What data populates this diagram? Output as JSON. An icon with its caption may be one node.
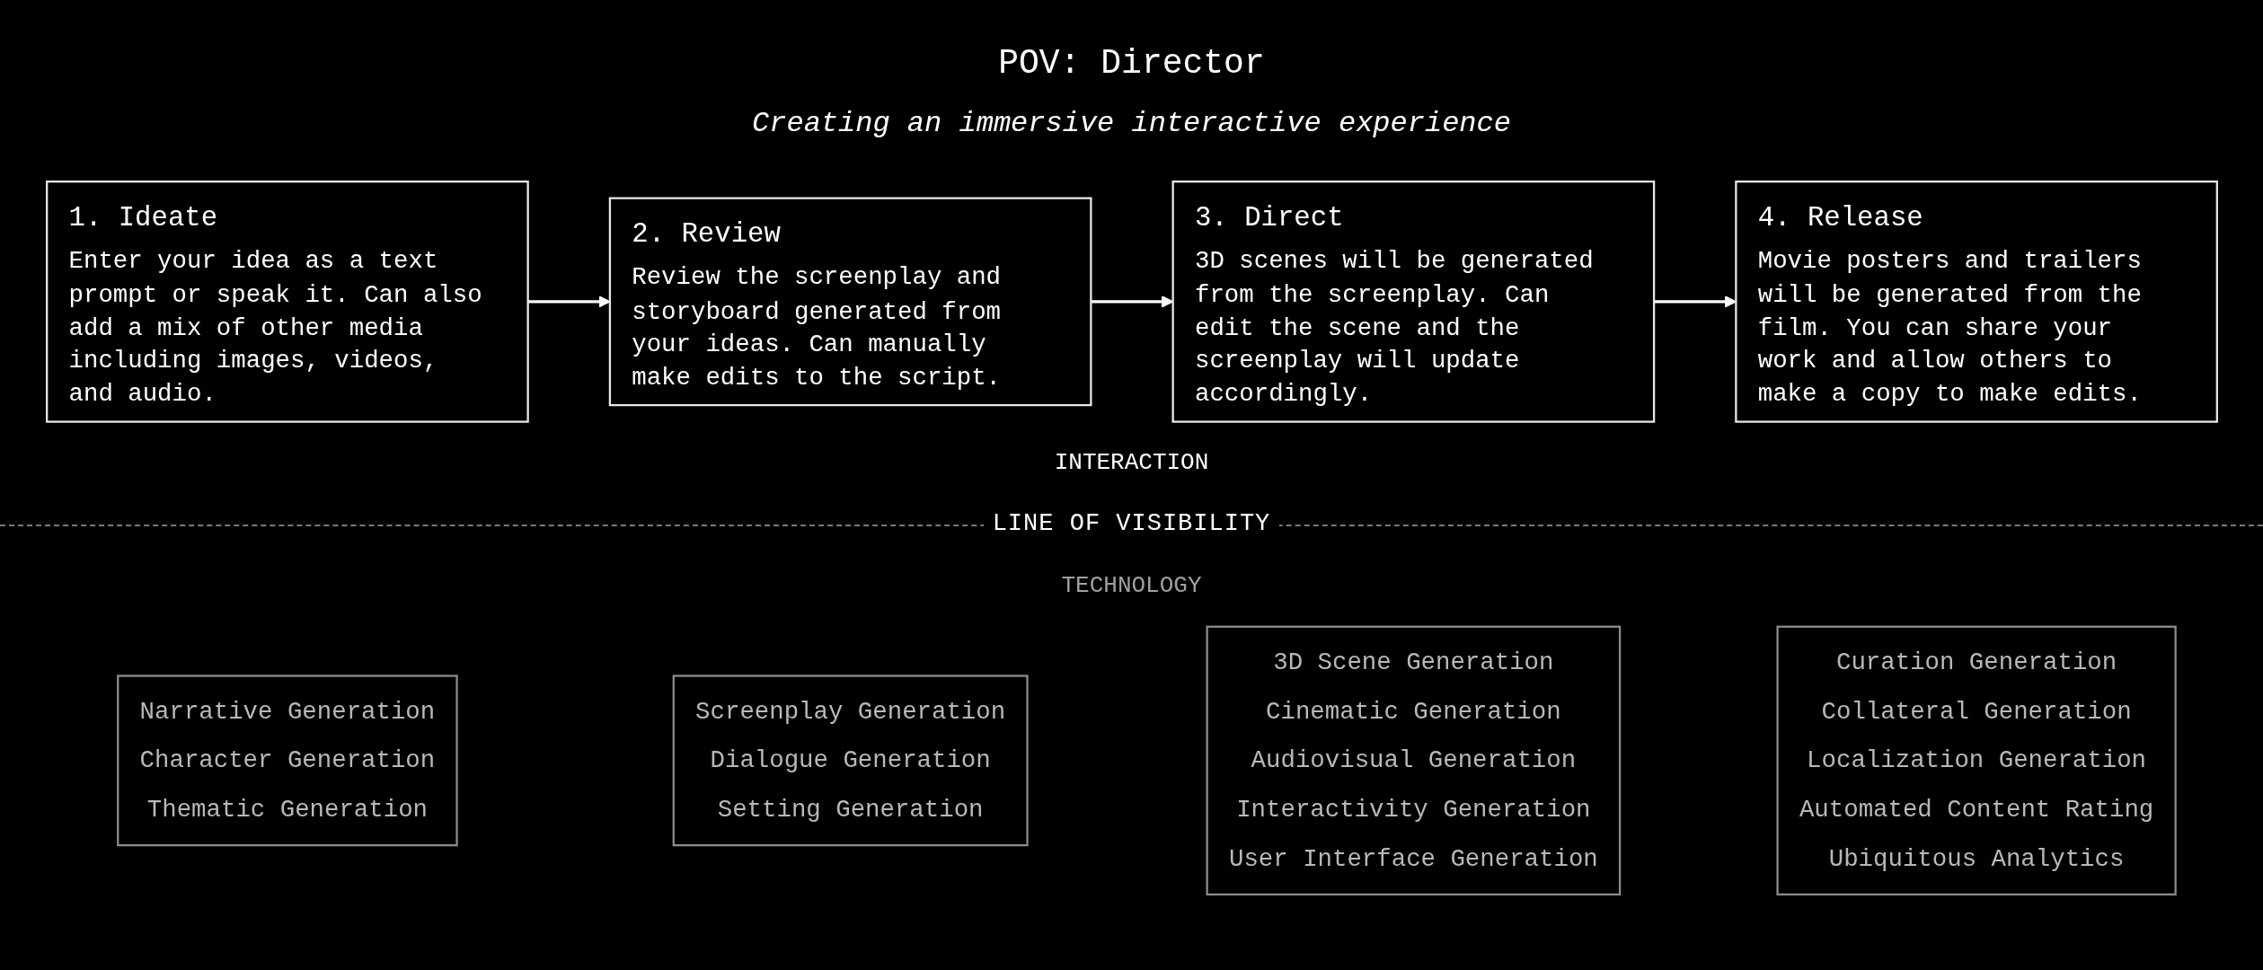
{
  "diagram": {
    "title": "POV: Director",
    "nodes": [
      {
        "text": [
          "1. Ideate",
          "Enter your idea as a text prompt or speak it. Can also add a mix of other media including images, videos, and audio."
        ]
      },
      {
        "text": [
          "2. Review",
          "Review the screenplay and storyboard generated from your ideas. Can manually make edits to the script."
        ]
      },
      {
        "text": [
          "3. Direct",
          "3D scenes will be generated from the screenplay. Can edit the scene and the screenplay will update accordingly."
        ]
      },
      {
        "text": [
          "4. Release",
          "Movie posters and trailers will be generated from the film. You can share your work and allow others to make a copy to make edits."
        ]
      },
      {
        "text": [
          "Narrative Generation",
          "Character Generation",
          "Thematic Generation"
        ]
      },
      {
        "text": [
          "Screenplay Generation",
          "Dialogue Generation",
          "Setting Generation"
        ]
      },
      {
        "text": [
          "3D Scene Generation",
          "Cinematic Generation",
          "Audiovisual Generation",
          "Interactivity Generation",
          "User Interface Generation"
        ]
      },
      {
        "text": [
          "Curation Generation",
          "Collateral Generation",
          "Localization Generation",
          "Automated Content Rating",
          "Ubiquitous Analytics"
        ]
      }
    ],
    "edges": [
      {
        "from": 0,
        "to": 1,
        "arrow": "to"
      },
      {
        "from": 1,
        "to": 2,
        "arrow": "to"
      },
      {
        "from": 2,
        "to": 3,
        "arrow": "to"
      }
    ],
    "labels": [
      "Creating an immersive interactive experience",
      "INTERACTION",
      "LINE OF VISIBILITY",
      "TECHNOLOGY"
    ]
  }
}
